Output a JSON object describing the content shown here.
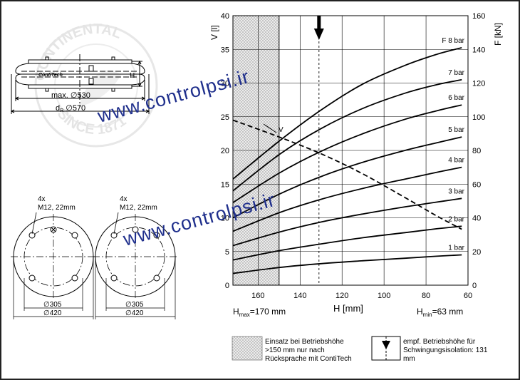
{
  "colors": {
    "watermark": "#1f2f8c",
    "shade": "#d0d0d0",
    "curve": "#000000"
  },
  "watermark": {
    "line1": "www.controlpsi.ir",
    "line2": "www.controlpsi.ir",
    "seal_top": "CONTINENTAL",
    "seal_bottom": "SINCE 1871"
  },
  "side_view": {
    "brand": "ContiTech",
    "height_label": "H",
    "max_dia": "max. ∅530",
    "dr_label": "d",
    "dr_sub": "R",
    "dr_value": " ∅570"
  },
  "plates": [
    {
      "holes": "4x",
      "thread": "M12, 22mm",
      "inner": "∅305",
      "outer": "∅420"
    },
    {
      "holes": "4x",
      "thread": "M12, 22mm",
      "inner": "∅305",
      "outer": "∅420"
    }
  ],
  "chart": {
    "y_left_label": "V [l]",
    "y_right_label": "F [kN]",
    "x_label": "H [mm]",
    "hmax_prefix": "H",
    "hmax_sub": "max",
    "hmax_value": "=170 mm",
    "hmin_prefix": "H",
    "hmin_sub": "min",
    "hmin_value": "=63 mm",
    "v_curve_label": "V",
    "x_ticks": [
      "160",
      "140",
      "120",
      "100",
      "80",
      "60"
    ],
    "y_left_ticks": [
      "0",
      "5",
      "10",
      "15",
      "20",
      "25",
      "30",
      "35",
      "40"
    ],
    "y_right_ticks": [
      "0",
      "20",
      "40",
      "60",
      "80",
      "100",
      "120",
      "140",
      "160"
    ]
  },
  "chart_data": {
    "type": "line",
    "x_axis": {
      "label": "H [mm]",
      "range": [
        172,
        60
      ],
      "reversed": true,
      "ticks": [
        160,
        140,
        120,
        100,
        80,
        60
      ]
    },
    "y_left": {
      "label": "V [l]",
      "range": [
        0,
        40
      ],
      "ticks": [
        0,
        5,
        10,
        15,
        20,
        25,
        30,
        35,
        40
      ]
    },
    "y_right": {
      "label": "F [kN]",
      "range": [
        0,
        160
      ],
      "ticks": [
        0,
        20,
        40,
        60,
        80,
        100,
        120,
        140,
        160
      ]
    },
    "force_series": [
      {
        "name": "1 bar",
        "x": [
          172,
          150,
          130,
          110,
          90,
          75,
          63
        ],
        "y": [
          7.0,
          10.5,
          12.8,
          14.5,
          16.0,
          17.2,
          18.0
        ]
      },
      {
        "name": "2 bar",
        "x": [
          172,
          150,
          130,
          110,
          90,
          75,
          63
        ],
        "y": [
          15.0,
          20.5,
          24.5,
          28.2,
          31.2,
          33.5,
          35.0
        ]
      },
      {
        "name": "3 bar",
        "x": [
          172,
          150,
          130,
          110,
          90,
          75,
          63
        ],
        "y": [
          23.5,
          31.5,
          37.5,
          42.3,
          46.5,
          49.3,
          51.5
        ]
      },
      {
        "name": "4 bar",
        "x": [
          172,
          150,
          130,
          110,
          90,
          75,
          63
        ],
        "y": [
          32.0,
          43.0,
          51.0,
          57.5,
          63.0,
          67.0,
          70.0
        ]
      },
      {
        "name": "5 bar",
        "x": [
          172,
          150,
          130,
          110,
          90,
          75,
          63
        ],
        "y": [
          40.0,
          54.0,
          64.5,
          73.0,
          80.0,
          84.5,
          88.0
        ]
      },
      {
        "name": "6 bar",
        "x": [
          172,
          150,
          130,
          110,
          90,
          75,
          63
        ],
        "y": [
          49.0,
          66.5,
          79.5,
          90.0,
          98.5,
          103.5,
          107.0
        ]
      },
      {
        "name": "7 bar",
        "x": [
          172,
          150,
          130,
          110,
          90,
          75,
          63
        ],
        "y": [
          56.0,
          77.5,
          93.0,
          105.0,
          114.0,
          119.0,
          122.0
        ]
      },
      {
        "name": "F 8 bar",
        "x": [
          172,
          150,
          130,
          110,
          90,
          75,
          63
        ],
        "y": [
          63.0,
          85.5,
          104.0,
          119.5,
          130.5,
          137.0,
          141.0
        ]
      }
    ],
    "volume_series": {
      "name": "V",
      "axis": "left",
      "style": "dashed",
      "x": [
        172,
        150,
        130,
        110,
        90,
        75,
        63
      ],
      "y": [
        24.5,
        22.0,
        19.5,
        16.5,
        13.0,
        10.3,
        8.3
      ]
    },
    "shaded_region": {
      "x_from": 172,
      "x_to": 150
    },
    "recommended_height_marker": {
      "x": 131
    }
  },
  "legend": {
    "shaded_text": "Einsatz bei Betriebshöhe >150 mm nur nach Rücksprache mit ContiTech",
    "arrow_text": "empf. Betriebshöhe für Schwingungsisolation: 131 mm"
  }
}
